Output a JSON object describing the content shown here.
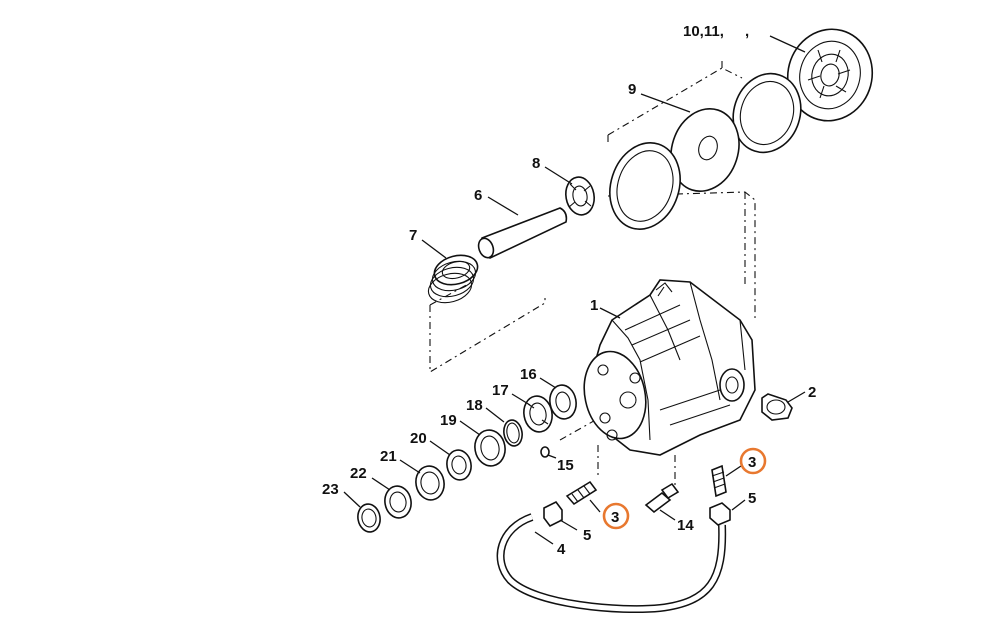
{
  "diagram": {
    "labels": {
      "l10_11": "10,11,",
      "l_comma": ",",
      "l9": "9",
      "l8": "8",
      "l6": "6",
      "l7": "7",
      "l1": "1",
      "l2": "2",
      "l16": "16",
      "l17": "17",
      "l18": "18",
      "l19": "19",
      "l20": "20",
      "l21": "21",
      "l22": "22",
      "l23": "23",
      "l15": "15",
      "l3a": "3",
      "l3b": "3",
      "l5a": "5",
      "l5b": "5",
      "l14": "14",
      "l4": "4"
    },
    "highlight_color": "#e8782f"
  }
}
